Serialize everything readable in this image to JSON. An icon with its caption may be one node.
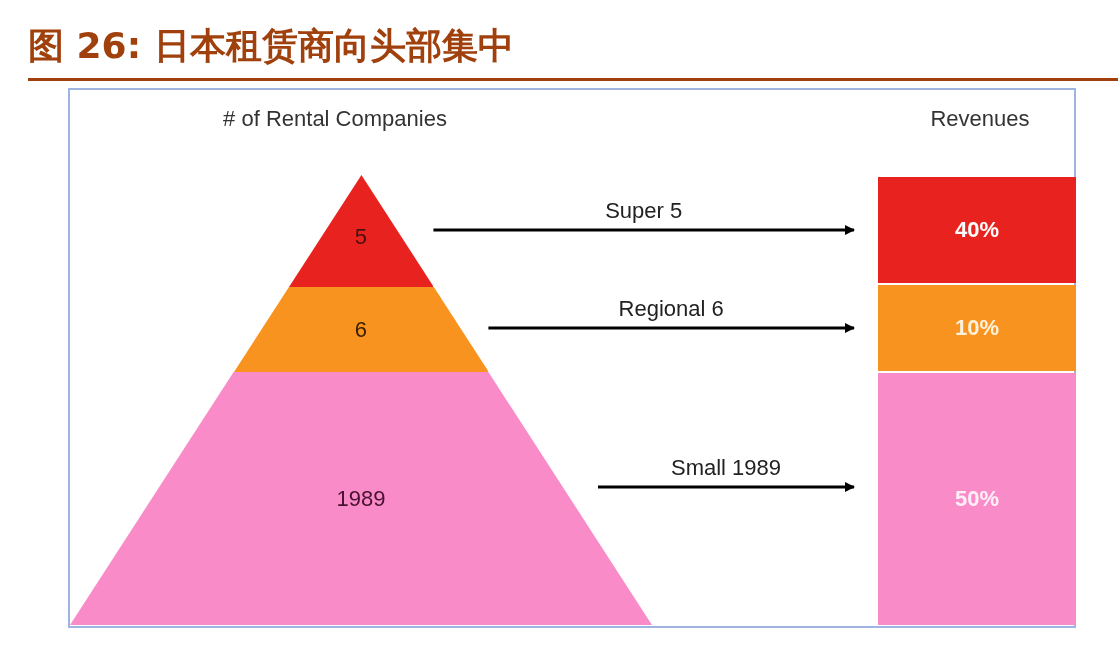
{
  "diagram": {
    "title": "图 26:  日本租赁商向头部集中",
    "nodes": [
      {
        "text": [
          "5"
        ]
      },
      {
        "text": [
          "6"
        ]
      },
      {
        "text": [
          "1989"
        ]
      },
      {
        "text": [
          "40%"
        ]
      },
      {
        "text": [
          "10%"
        ]
      },
      {
        "text": [
          "50%"
        ]
      }
    ],
    "edges": [
      {
        "from": 0,
        "to": 3,
        "arrow": "to",
        "label": "Super 5"
      },
      {
        "from": 1,
        "to": 4,
        "arrow": "to",
        "label": "Regional 6"
      },
      {
        "from": 2,
        "to": 5,
        "arrow": "to",
        "label": "Small 1989"
      }
    ],
    "labels": [
      "# of Rental Companies",
      "Revenues"
    ]
  }
}
